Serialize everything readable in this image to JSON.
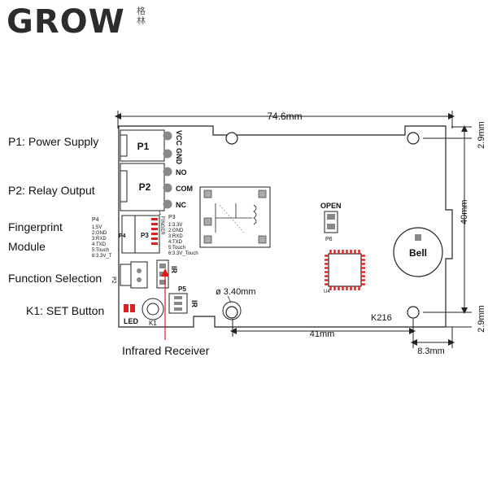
{
  "logo": {
    "text": "GROW",
    "seal_text": "格林"
  },
  "side_labels": {
    "p1": "P1: Power Supply",
    "p2": "P2: Relay Output",
    "fingerprint_line1": "Fingerprint",
    "fingerprint_line2": "Module",
    "function_selection": "Function Selection",
    "k1": "K1: SET Button",
    "infrared": "Infrared Receiver"
  },
  "dimensions": {
    "width_top": "74.6mm",
    "height_right": "40mm",
    "offset_top": "2.9mm",
    "offset_bottom": "2.9mm",
    "hole_spacing": "41mm",
    "hole_offset": "8.3mm",
    "hole_diameter": "ø 3.40mm"
  },
  "board": {
    "p1_label": "P1",
    "p2_label": "P2",
    "vcc": "VCC",
    "gnd": "GND",
    "no": "NO",
    "com": "COM",
    "nc": "NC",
    "p3_label": "P3",
    "p4_label": "P4",
    "p4_pins": [
      "1:5V",
      "2:GND",
      "3:RXD",
      "4:TXD",
      "5:Touch",
      "6:3.3V_T"
    ],
    "p3_header": "P3",
    "p3_pins": [
      "1:3.3V",
      "2:GND",
      "3:RXD",
      "4:TXD",
      "5:Touch",
      "6:3.3V_Touch"
    ],
    "finger": "FINGER",
    "open": "OPEN",
    "p6": "P6",
    "u4": "U4",
    "bell": "Bell",
    "k216": "K216",
    "ir": "IR",
    "p5": "P5",
    "ir2": "IR",
    "p2_small": "P2",
    "led": "LED",
    "k1": "K1",
    "pin1": "1"
  },
  "colors": {
    "pin_red": "#e02020",
    "arrow_red": "#e01818",
    "outline": "#222222"
  }
}
